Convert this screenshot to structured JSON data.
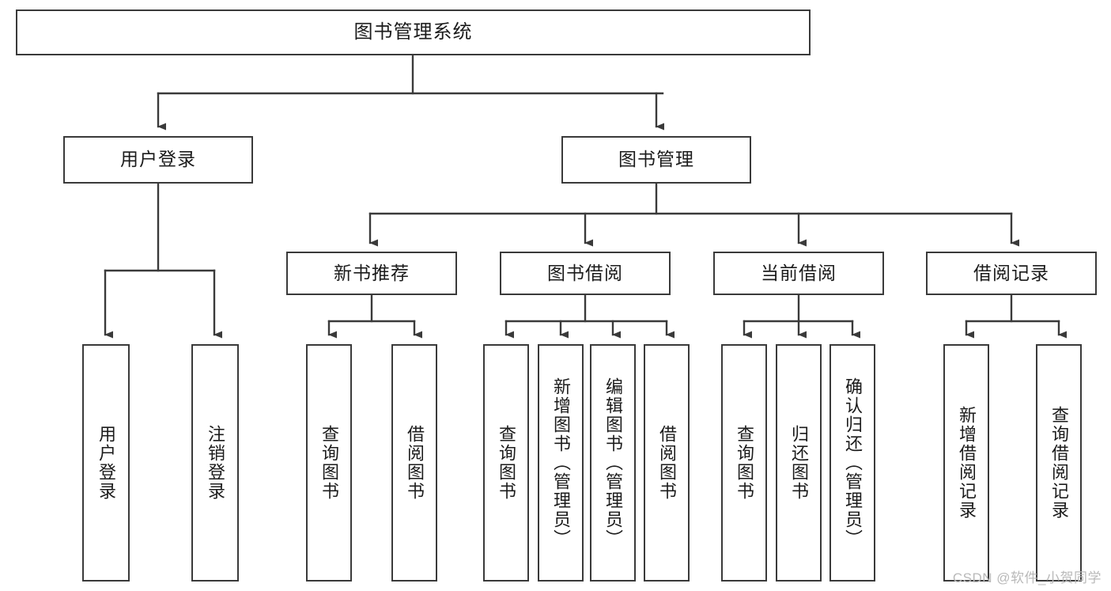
{
  "diagram": {
    "title": "图书管理系统",
    "watermark": "CSDN @软件_小贺同学",
    "stroke_color": "#3a3a3a",
    "text_color": "#1b1b1b",
    "background_color": "#ffffff",
    "watermark_color": "#b9b9b9",
    "type": "tree-hierarchy-chart",
    "levels": 4
  },
  "nodes": {
    "root": {
      "label": "图书管理系统",
      "level": 1
    },
    "l2": [
      {
        "id": "user-login",
        "label": "用户登录",
        "level": 2
      },
      {
        "id": "book-manage",
        "label": "图书管理",
        "level": 2
      }
    ],
    "l3": [
      {
        "id": "new-book-recommend",
        "label": "新书推荐",
        "level": 3,
        "parent": "book-manage"
      },
      {
        "id": "book-borrow",
        "label": "图书借阅",
        "level": 3,
        "parent": "book-manage"
      },
      {
        "id": "current-borrow",
        "label": "当前借阅",
        "level": 3,
        "parent": "book-manage"
      },
      {
        "id": "borrow-record",
        "label": "借阅记录",
        "level": 3,
        "parent": "book-manage"
      }
    ],
    "leaves": [
      {
        "id": "leaf-user-login",
        "label": "用户登录",
        "parent": "user-login"
      },
      {
        "id": "leaf-logout-login",
        "label": "注销登录",
        "parent": "user-login"
      },
      {
        "id": "leaf-query-book-1",
        "label": "查询图书",
        "parent": "new-book-recommend"
      },
      {
        "id": "leaf-borrow-book-1",
        "label": "借阅图书",
        "parent": "new-book-recommend"
      },
      {
        "id": "leaf-query-book-2",
        "label": "查询图书",
        "parent": "book-borrow"
      },
      {
        "id": "leaf-add-book",
        "label": "新增图书（管理员）",
        "parent": "book-borrow"
      },
      {
        "id": "leaf-edit-book",
        "label": "编辑图书（管理员）",
        "parent": "book-borrow"
      },
      {
        "id": "leaf-borrow-book-2",
        "label": "借阅图书",
        "parent": "book-borrow"
      },
      {
        "id": "leaf-query-book-3",
        "label": "查询图书",
        "parent": "current-borrow"
      },
      {
        "id": "leaf-return-book",
        "label": "归还图书",
        "parent": "current-borrow"
      },
      {
        "id": "leaf-confirm-return",
        "label": "确认归还（管理员）",
        "parent": "current-borrow"
      },
      {
        "id": "leaf-add-record",
        "label": "新增借阅记录",
        "parent": "borrow-record"
      },
      {
        "id": "leaf-query-record",
        "label": "查询借阅记录",
        "parent": "borrow-record"
      }
    ]
  }
}
